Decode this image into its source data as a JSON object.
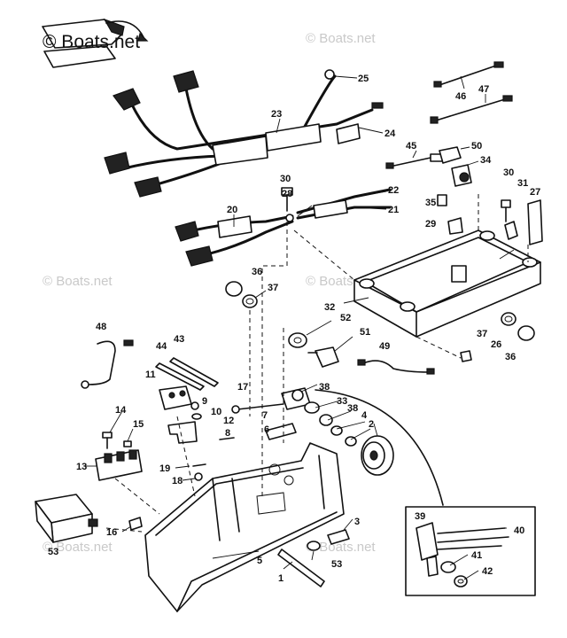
{
  "watermark": {
    "main": "© Boats.net",
    "faint": "© Boats.net"
  },
  "callouts": [
    {
      "id": "c1",
      "text": "1"
    },
    {
      "id": "c2",
      "text": "2"
    },
    {
      "id": "c3",
      "text": "3"
    },
    {
      "id": "c4",
      "text": "4"
    },
    {
      "id": "c5",
      "text": "5"
    },
    {
      "id": "c6",
      "text": "6"
    },
    {
      "id": "c7",
      "text": "7"
    },
    {
      "id": "c8",
      "text": "8"
    },
    {
      "id": "c9",
      "text": "9"
    },
    {
      "id": "c10",
      "text": "10"
    },
    {
      "id": "c11",
      "text": "11"
    },
    {
      "id": "c12",
      "text": "12"
    },
    {
      "id": "c13",
      "text": "13"
    },
    {
      "id": "c14",
      "text": "14"
    },
    {
      "id": "c15",
      "text": "15"
    },
    {
      "id": "c16",
      "text": "16"
    },
    {
      "id": "c17",
      "text": "17"
    },
    {
      "id": "c18",
      "text": "18"
    },
    {
      "id": "c19",
      "text": "19"
    },
    {
      "id": "c20",
      "text": "20"
    },
    {
      "id": "c21",
      "text": "21"
    },
    {
      "id": "c22",
      "text": "22"
    },
    {
      "id": "c23",
      "text": "23"
    },
    {
      "id": "c24",
      "text": "24"
    },
    {
      "id": "c25",
      "text": "25"
    },
    {
      "id": "c26",
      "text": "26"
    },
    {
      "id": "c27",
      "text": "27"
    },
    {
      "id": "c28",
      "text": "28"
    },
    {
      "id": "c29",
      "text": "29"
    },
    {
      "id": "c30a",
      "text": "30"
    },
    {
      "id": "c30b",
      "text": "30"
    },
    {
      "id": "c31",
      "text": "31"
    },
    {
      "id": "c32",
      "text": "32"
    },
    {
      "id": "c33",
      "text": "33"
    },
    {
      "id": "c34",
      "text": "34"
    },
    {
      "id": "c35",
      "text": "35"
    },
    {
      "id": "c36a",
      "text": "36"
    },
    {
      "id": "c36b",
      "text": "36"
    },
    {
      "id": "c37a",
      "text": "37"
    },
    {
      "id": "c37b",
      "text": "37"
    },
    {
      "id": "c38a",
      "text": "38"
    },
    {
      "id": "c38b",
      "text": "38"
    },
    {
      "id": "c39",
      "text": "39"
    },
    {
      "id": "c40",
      "text": "40"
    },
    {
      "id": "c41",
      "text": "41"
    },
    {
      "id": "c42",
      "text": "42"
    },
    {
      "id": "c43",
      "text": "43"
    },
    {
      "id": "c44",
      "text": "44"
    },
    {
      "id": "c45",
      "text": "45"
    },
    {
      "id": "c46",
      "text": "46"
    },
    {
      "id": "c47",
      "text": "47"
    },
    {
      "id": "c48",
      "text": "48"
    },
    {
      "id": "c49",
      "text": "49"
    },
    {
      "id": "c50",
      "text": "50"
    },
    {
      "id": "c51",
      "text": "51"
    },
    {
      "id": "c52",
      "text": "52"
    },
    {
      "id": "c53a",
      "text": "53"
    },
    {
      "id": "c53b",
      "text": "53"
    }
  ]
}
